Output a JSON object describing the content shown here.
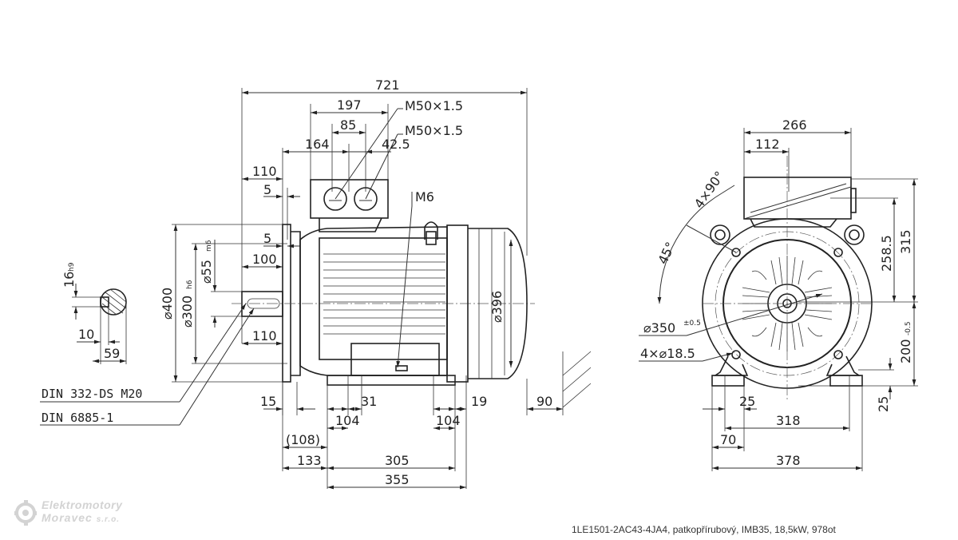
{
  "side_view": {
    "dims": {
      "overall_length": "721",
      "terminal_box_width": "197",
      "gland_spacing": "85",
      "box_offset": "164",
      "gland_offset": "42.5",
      "thread_1": "M50×1.5",
      "thread_2": "M50×1.5",
      "shaft_length": "110",
      "flange_thickness": "5",
      "spigot": "5",
      "key_length": "100",
      "shaft_dia": "⌀55",
      "shaft_tol": "m6",
      "flange_dia": "⌀400",
      "spigot_dia": "⌀300",
      "spigot_tol": "h6",
      "fan_cover_dia": "⌀396",
      "shaft_shoulder": "110",
      "eye_bolt": "M6",
      "flange_to_face": "15",
      "foot_width": "31",
      "foot_a": "104",
      "foot_b": "104",
      "foot_c": "19",
      "end_clearance": "90",
      "ref_108": "(108)",
      "dim_133": "133",
      "dim_305": "305",
      "dim_355": "355"
    },
    "callouts": {
      "din_332": "DIN 332-DS M20",
      "din_6885": "DIN 6885-1"
    }
  },
  "shaft_section": {
    "key_height": "16",
    "key_tol": "h9",
    "key_depth": "10",
    "section_width": "59"
  },
  "front_view": {
    "dims": {
      "box_width": "266",
      "box_offset": "112",
      "box_angle": "4×90°",
      "hole_angle": "45°",
      "height_258": "258.5",
      "height_315": "315",
      "pcd": "⌀350",
      "pcd_tol": "±0.5",
      "holes": "4×⌀18.5",
      "shaft_height": "200",
      "shaft_height_tol": "-0.5",
      "foot_height": "25",
      "foot_edge": "25",
      "foot_spacing": "318",
      "foot_width": "70",
      "overall_width": "378"
    }
  },
  "caption": "1LE1501-2AC43-4JA4, patkopřírubový, IMB35, 18,5kW, 978ot",
  "logo": {
    "line1": "Elektromotory",
    "line2": "Moravec",
    "suffix": "s.r.o."
  }
}
